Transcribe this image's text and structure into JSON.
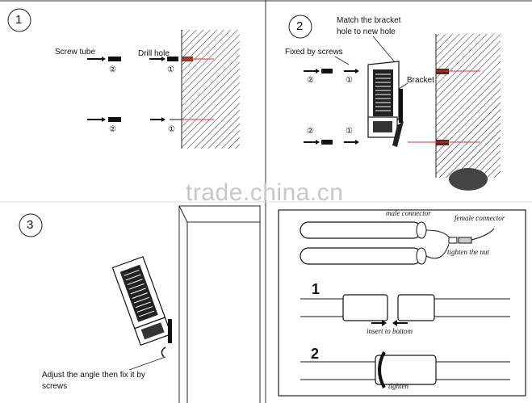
{
  "steps": {
    "step1": {
      "number": "1",
      "screw_tube": "Screw tube",
      "drill_hole": "Drill hole",
      "marker_2": "②",
      "marker_1": "①"
    },
    "step2": {
      "number": "2",
      "match_text_line1": "Match the bracket",
      "match_text_line2": "hole to new hole",
      "fixed_by_screws": "Fixed by screws",
      "bracket": "Bracket",
      "marker_2": "②",
      "marker_1": "①"
    },
    "step3": {
      "number": "3",
      "adjust_line1": "Adjust the angle then fix it by",
      "adjust_line2": "screws"
    },
    "step4": {
      "male_connector": "male connector",
      "female_connector": "female connector",
      "tighten_the_nut": "tighten the nut",
      "sub1_number": "1",
      "insert_to_bottom": "insert to bottom",
      "sub2_number": "2",
      "tighten": "tighten"
    }
  },
  "watermark": "trade.china.cn"
}
